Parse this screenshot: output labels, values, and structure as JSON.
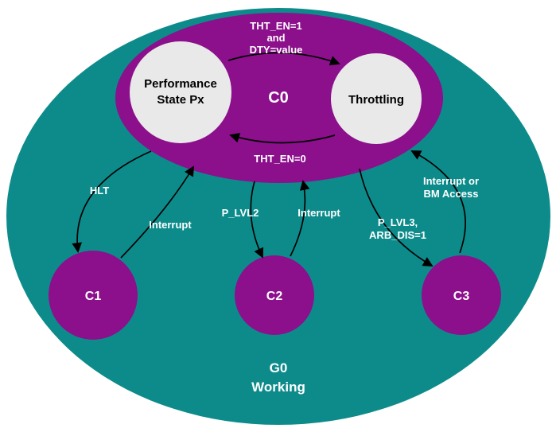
{
  "colors": {
    "page_background": "#ffffff",
    "g0_ellipse": "#0d8b8b",
    "c0_ellipse": "#8c0f8c",
    "state_circle_fill": "#e9e9e9",
    "c_state_fill": "#8c0f8c",
    "arrow": "#000000",
    "label_light": "#ffffff",
    "label_dark": "#000000"
  },
  "diagram": {
    "g0": {
      "line1": "G0",
      "line2": "Working"
    },
    "c0": {
      "label": "C0"
    },
    "performance_state": {
      "line1": "Performance",
      "line2": "State Px"
    },
    "throttling": {
      "label": "Throttling"
    },
    "c1": {
      "label": "C1"
    },
    "c2": {
      "label": "C2"
    },
    "c3": {
      "label": "C3"
    },
    "transitions": {
      "tht_en_on": {
        "line1": "THT_EN=1",
        "line2": "and",
        "line3": "DTY=value"
      },
      "tht_en_off": {
        "label": "THT_EN=0"
      },
      "hlt": {
        "label": "HLT"
      },
      "interrupt_c1": {
        "label": "Interrupt"
      },
      "p_lvl2": {
        "label": "P_LVL2"
      },
      "interrupt_c2": {
        "label": "Interrupt"
      },
      "p_lvl3": {
        "line1": "P_LVL3,",
        "line2": "ARB_DIS=1"
      },
      "interrupt_c3": {
        "line1": "Interrupt or",
        "line2": "BM Access"
      }
    }
  }
}
